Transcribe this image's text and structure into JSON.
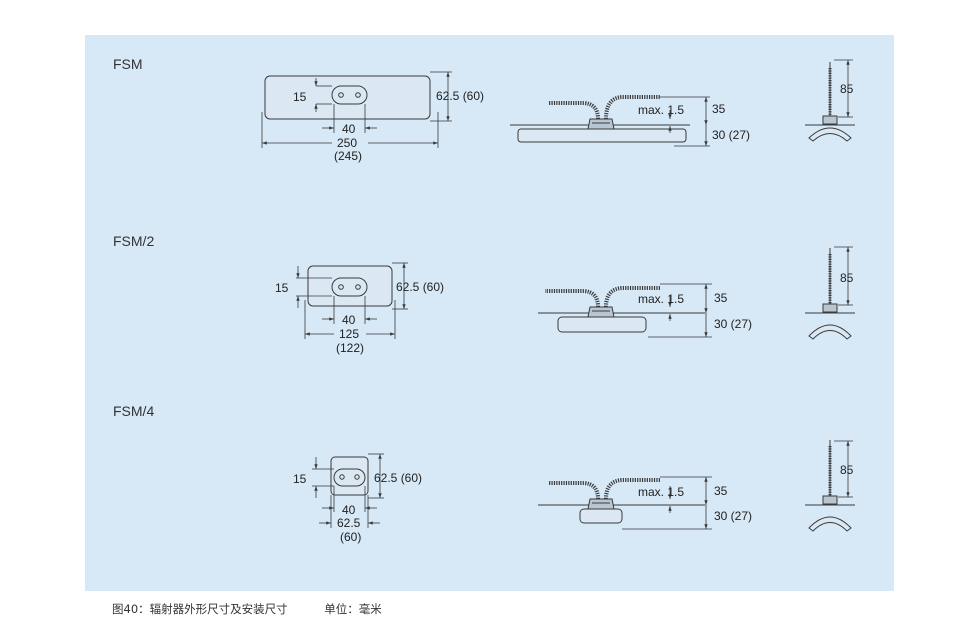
{
  "rows": [
    {
      "label": "FSM",
      "plan": {
        "hole_dim": "15",
        "height_dim": "62.5 (60)",
        "slot_dim": "40",
        "length_dim": "250",
        "length_alt": "(245)"
      },
      "side": {
        "max_label": "max. 1.5",
        "top_dim": "35",
        "bottom_dim": "30 (27)"
      },
      "probe": {
        "height_dim": "85"
      }
    },
    {
      "label": "FSM/2",
      "plan": {
        "hole_dim": "15",
        "height_dim": "62.5 (60)",
        "slot_dim": "40",
        "length_dim": "125",
        "length_alt": "(122)"
      },
      "side": {
        "max_label": "max. 1.5",
        "top_dim": "35",
        "bottom_dim": "30 (27)"
      },
      "probe": {
        "height_dim": "85"
      }
    },
    {
      "label": "FSM/4",
      "plan": {
        "hole_dim": "15",
        "height_dim": "62.5 (60)",
        "slot_dim": "40",
        "length_dim": "62.5",
        "length_alt": "(60)"
      },
      "side": {
        "max_label": "max. 1.5",
        "top_dim": "35",
        "bottom_dim": "30 (27)"
      },
      "probe": {
        "height_dim": "85"
      }
    }
  ],
  "caption": {
    "figure": "图40：辐射器外形尺寸及安装尺寸",
    "unit": "单位：毫米"
  }
}
